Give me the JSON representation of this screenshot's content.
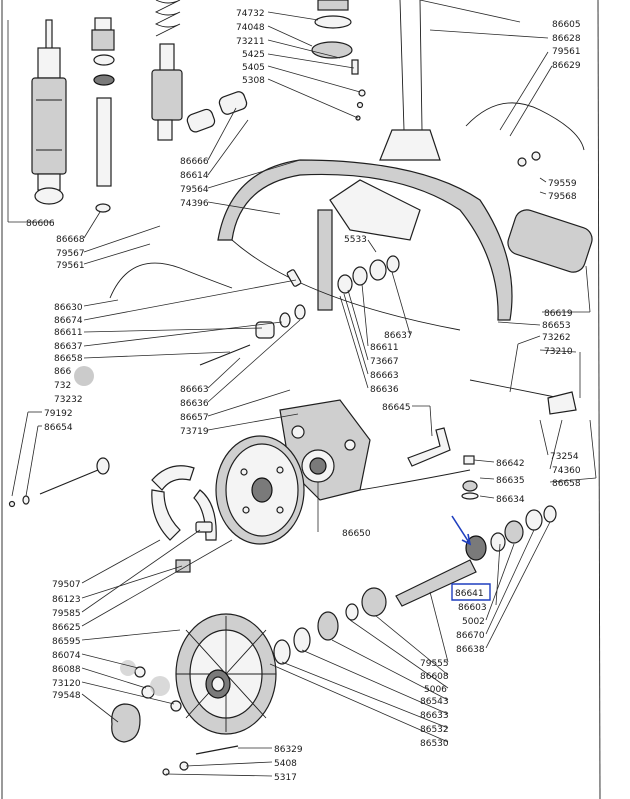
{
  "labels": {
    "p86605": "86605",
    "p86628": "86628",
    "p79561a": "79561",
    "p86629": "86629",
    "p74732": "74732",
    "p74048": "74048",
    "p73211": "73211",
    "p5425": "5425",
    "p5405": "5405",
    "p5308": "5308",
    "p86666": "86666",
    "p86614": "86614",
    "p79564": "79564",
    "p74396": "74396",
    "p79559": "79559",
    "p79568": "79568",
    "p86606": "86606",
    "p86668": "86668",
    "p79567": "79567",
    "p79561b": "79561",
    "p5533": "5533",
    "p86619": "86619",
    "p86653": "86653",
    "p86630": "86630",
    "p86674": "86674",
    "p86611a": "86611",
    "p86637a": "86637",
    "p86658a": "86658",
    "p86637b": "86637",
    "p86611b": "86611",
    "p73667": "73667",
    "p86663a": "86663",
    "p86636a": "86636",
    "p73262": "73262",
    "p73210": "73210",
    "p86663b": "86663",
    "p86636b": "86636",
    "p86657": "86657",
    "p73719": "73719",
    "p86645": "86645",
    "p73232": "73232",
    "p79192": "79192",
    "p86654": "86654",
    "p86642": "86642",
    "p86635": "86635",
    "p86634": "86634",
    "p73254": "73254",
    "p74360": "74360",
    "p86658b": "86658",
    "p86650": "86650",
    "p79507": "79507",
    "p86123": "86123",
    "p79585": "79585",
    "p86625": "86625",
    "p86595": "86595",
    "p86074": "86074",
    "p86088": "86088",
    "p73120": "73120",
    "p79548": "79548",
    "p86641": "86641",
    "p86603": "86603",
    "p5002": "5002",
    "p86670": "86670",
    "p86638": "86638",
    "p79555": "79555",
    "p86608": "86608",
    "p5006": "5006",
    "p86543": "86543",
    "p86633": "86633",
    "p86532": "86532",
    "p86530": "86530",
    "p86329": "86329",
    "p5408": "5408",
    "p5317": "5317",
    "p86partial": "866",
    "p732partial": "732"
  },
  "colors": {
    "ink": "#1a1a1a",
    "annotation": "#1f3fbf",
    "background": "#ffffff"
  }
}
